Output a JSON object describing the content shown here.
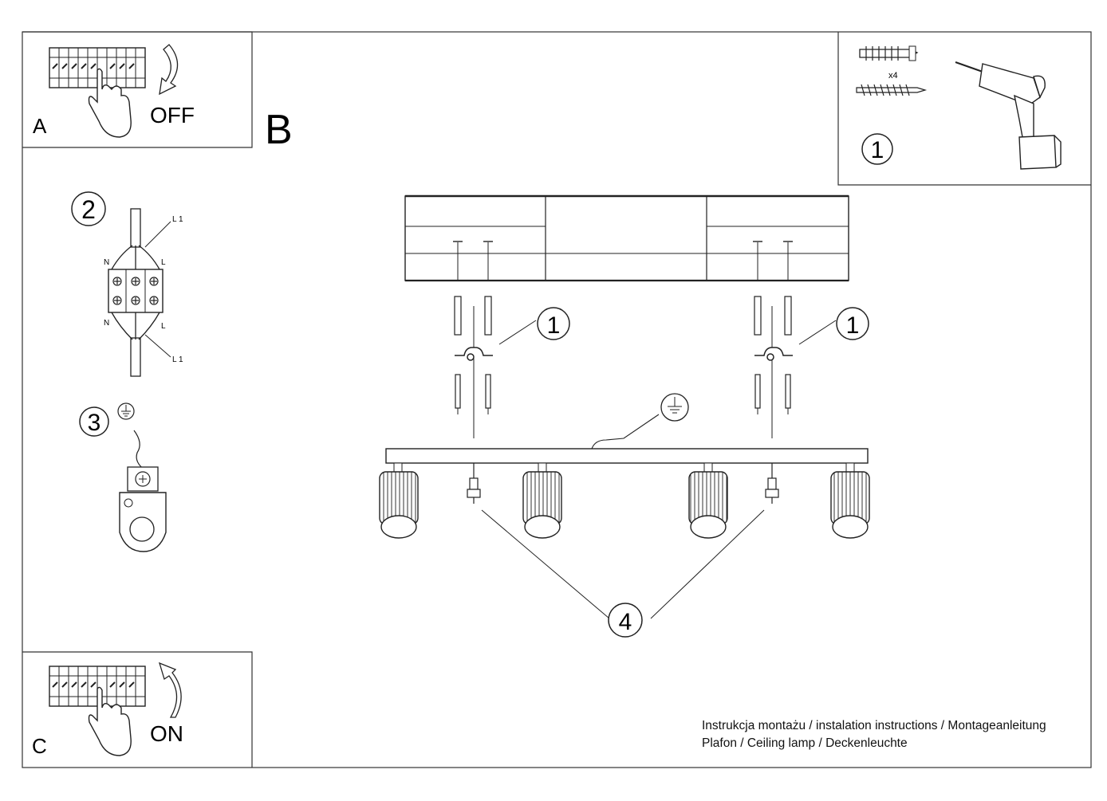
{
  "panels": {
    "a": {
      "letter": "A",
      "action": "OFF"
    },
    "b": {
      "letter": "B"
    },
    "c": {
      "letter": "C",
      "action": "ON"
    }
  },
  "steps": {
    "s1": "1",
    "s2": "2",
    "s3": "3",
    "s4": "4",
    "s1_left": "1",
    "s1_right": "1"
  },
  "hardware": {
    "qty": "x4"
  },
  "wiring": {
    "n": "N",
    "l": "L",
    "l1": "L 1"
  },
  "footer": {
    "line1": "Instrukcja montażu / instalation instructions / Montageanleitung",
    "line2": "Plafon / Ceiling lamp / Deckenleuchte"
  }
}
